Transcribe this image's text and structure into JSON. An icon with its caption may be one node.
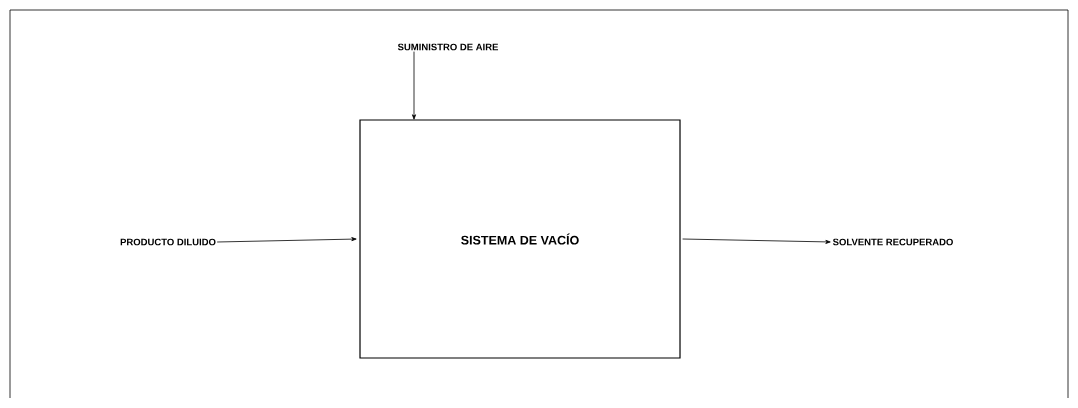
{
  "diagram": {
    "nodes": [
      {
        "text": [
          "SUMINISTRO DE AIRE"
        ]
      },
      {
        "text": [
          "SISTEMA DE VACÍO"
        ]
      },
      {
        "text": [
          "PRODUCTO DILUIDO"
        ]
      },
      {
        "text": [
          "SOLVENTE RECUPERADO"
        ]
      }
    ],
    "edges": [
      {
        "from": 0,
        "to": 1,
        "arrow": "to"
      },
      {
        "from": 2,
        "to": 1,
        "arrow": "to"
      },
      {
        "from": 1,
        "to": 3,
        "arrow": "to"
      }
    ]
  }
}
